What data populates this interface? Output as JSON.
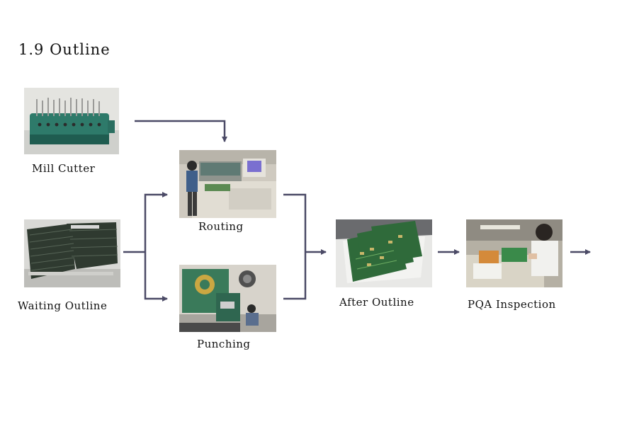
{
  "title": "1.9 Outline",
  "steps": {
    "mill_cutter": "Mill Cutter",
    "waiting_outline": "Waiting Outline",
    "routing": "Routing",
    "punching": "Punching",
    "after_outline": "After Outline",
    "pqa_inspection": "PQA Inspection"
  },
  "colors": {
    "arrow": "#4b4a66",
    "pcb_green": "#2f6a3a"
  }
}
